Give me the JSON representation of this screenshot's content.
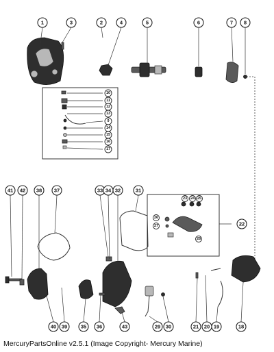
{
  "diagram": {
    "part_numbers": [
      "1",
      "2",
      "3",
      "4",
      "5",
      "6",
      "7",
      "8",
      "9",
      "10",
      "11",
      "12",
      "13",
      "14",
      "15",
      "16",
      "17",
      "18",
      "19",
      "20",
      "21",
      "22",
      "23",
      "24",
      "25",
      "26",
      "27",
      "28",
      "29",
      "30",
      "31",
      "32",
      "33",
      "34",
      "35",
      "36",
      "37",
      "38",
      "39",
      "40",
      "41",
      "42",
      "43"
    ],
    "inset_top_callouts": [
      "10",
      "11",
      "12",
      "13",
      "9",
      "14",
      "15",
      "16",
      "17"
    ],
    "inset_right_callouts": [
      "23",
      "24",
      "25",
      "26",
      "27",
      "28"
    ]
  },
  "footer": {
    "caption": "MercuryPartsOnline v2.5.1 (Image Copyright- Mercury Marine)"
  }
}
